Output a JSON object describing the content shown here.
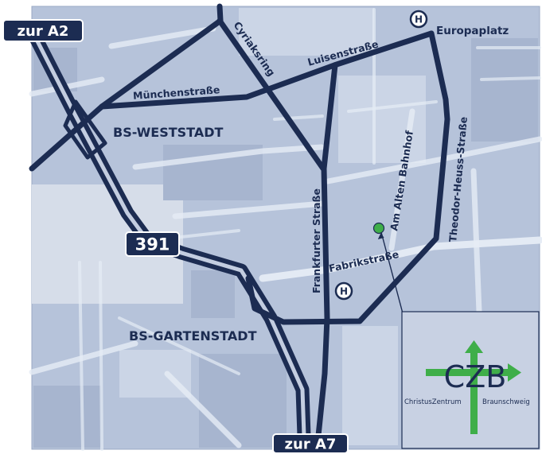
{
  "map": {
    "shields": {
      "a2": "zur A2",
      "a391": "391",
      "a7": "zur A7"
    },
    "districts": {
      "weststadt": "BS-WESTSTADT",
      "gartenstadt": "BS-GARTENSTADT"
    },
    "streets": {
      "muenchenstrasse": "Münchenstraße",
      "luisenstrasse": "Luisenstraße",
      "cyriaksring": "Cyriaksring",
      "frankfurter_strasse": "Frankfurter Straße",
      "am_alten_bahnhof": "Am Alten Bahnhof",
      "theodor_heuss_strasse": "Theodor-Heuss-Straße",
      "fabrikstrasse": "Fabrikstraße"
    },
    "places": {
      "europaplatz": "Europaplatz"
    },
    "stops": [
      {
        "symbol": "H",
        "icon": "bus-stop-icon"
      },
      {
        "symbol": "H",
        "icon": "bus-stop-icon"
      }
    ],
    "destination_marker": {
      "icon": "location-dot-icon"
    }
  },
  "logo": {
    "acronym": "CZB",
    "name_left": "ChristusZentrum",
    "name_right": "Braunschweig",
    "icon": "cross-arrows-icon"
  },
  "colors": {
    "road": "#1c2c52",
    "map_background": "#b6c3da",
    "minor_street": "#e6ecf5",
    "logo_green": "#3fae49",
    "logo_box": "#c8d1e3"
  }
}
